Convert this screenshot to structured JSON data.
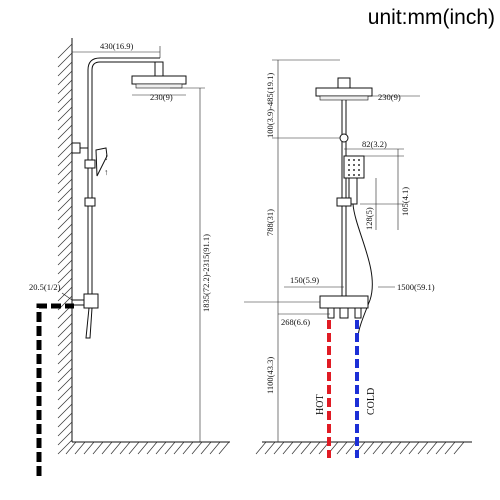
{
  "title": "unit:mm(inch)",
  "left_view": {
    "arm_length": "430(16.9)",
    "head_width": "230(9)",
    "overall_height": "1835(72.2)-2315(91.1)",
    "inlet_size": "20.5(1/2)"
  },
  "right_view": {
    "head_width": "230(9)",
    "head_height_adjust": "100(3.9)-485(19.1)",
    "hand_shower_width": "82(3.2)",
    "hand_shower_length": "105(4.1)",
    "holder_gap": "128(5)",
    "riser_height": "788(31)",
    "hose_length": "1500(59.1)",
    "inlet_spacing": "150(5.9)",
    "mixer_depth": "268(6.6)",
    "install_height": "1100(43.3)",
    "hot_label": "HOT",
    "cold_label": "COLD"
  },
  "colors": {
    "hot": "#e01b24",
    "cold": "#1c2fd6",
    "wall": "#000000"
  }
}
